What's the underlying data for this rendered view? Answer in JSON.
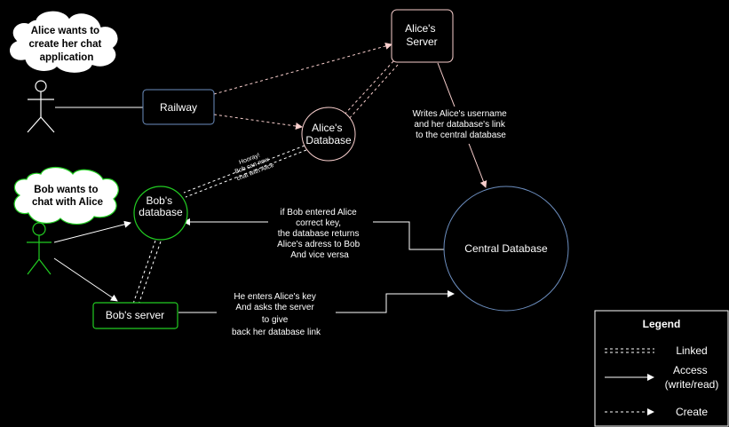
{
  "clouds": {
    "alice": [
      "Alice wants to",
      "create her chat",
      "application"
    ],
    "bob": [
      "Bob wants to",
      "chat with Alice"
    ]
  },
  "nodes": {
    "railway": "Railway",
    "alice_server": [
      "Alice's",
      "Server"
    ],
    "alice_database": [
      "Alice's",
      "Database"
    ],
    "bobs_database": [
      "Bob's",
      "database"
    ],
    "bobs_server": "Bob's server",
    "central_database": "Central Database"
  },
  "edge_labels": {
    "writes": [
      "Writes Alice's username",
      "and her database's link",
      "to the central database"
    ],
    "hooray": [
      "Hooray!",
      "Bob can now",
      "chat with Alice"
    ],
    "returns": [
      "if Bob entered Alice",
      "correct key,",
      "the database returns",
      "Alice's adress to Bob",
      "And vice versa"
    ],
    "enters": [
      "He enters Alice's key",
      "And asks the server",
      "to give",
      "back her database link"
    ]
  },
  "legend": {
    "title": "Legend",
    "items": [
      {
        "style": "linked",
        "label": [
          "Linked"
        ]
      },
      {
        "style": "access",
        "label": [
          "Access",
          "(write/read)"
        ]
      },
      {
        "style": "create",
        "label": [
          "Create"
        ]
      }
    ]
  },
  "colors": {
    "background": "#000000",
    "railway_border": "#6c8ebf",
    "alice_border": "#f8cecc",
    "bob_border": "#22cc22",
    "central_border": "#6c8ebf",
    "create_line": "#f8cecc",
    "access_line": "#ffffff"
  }
}
